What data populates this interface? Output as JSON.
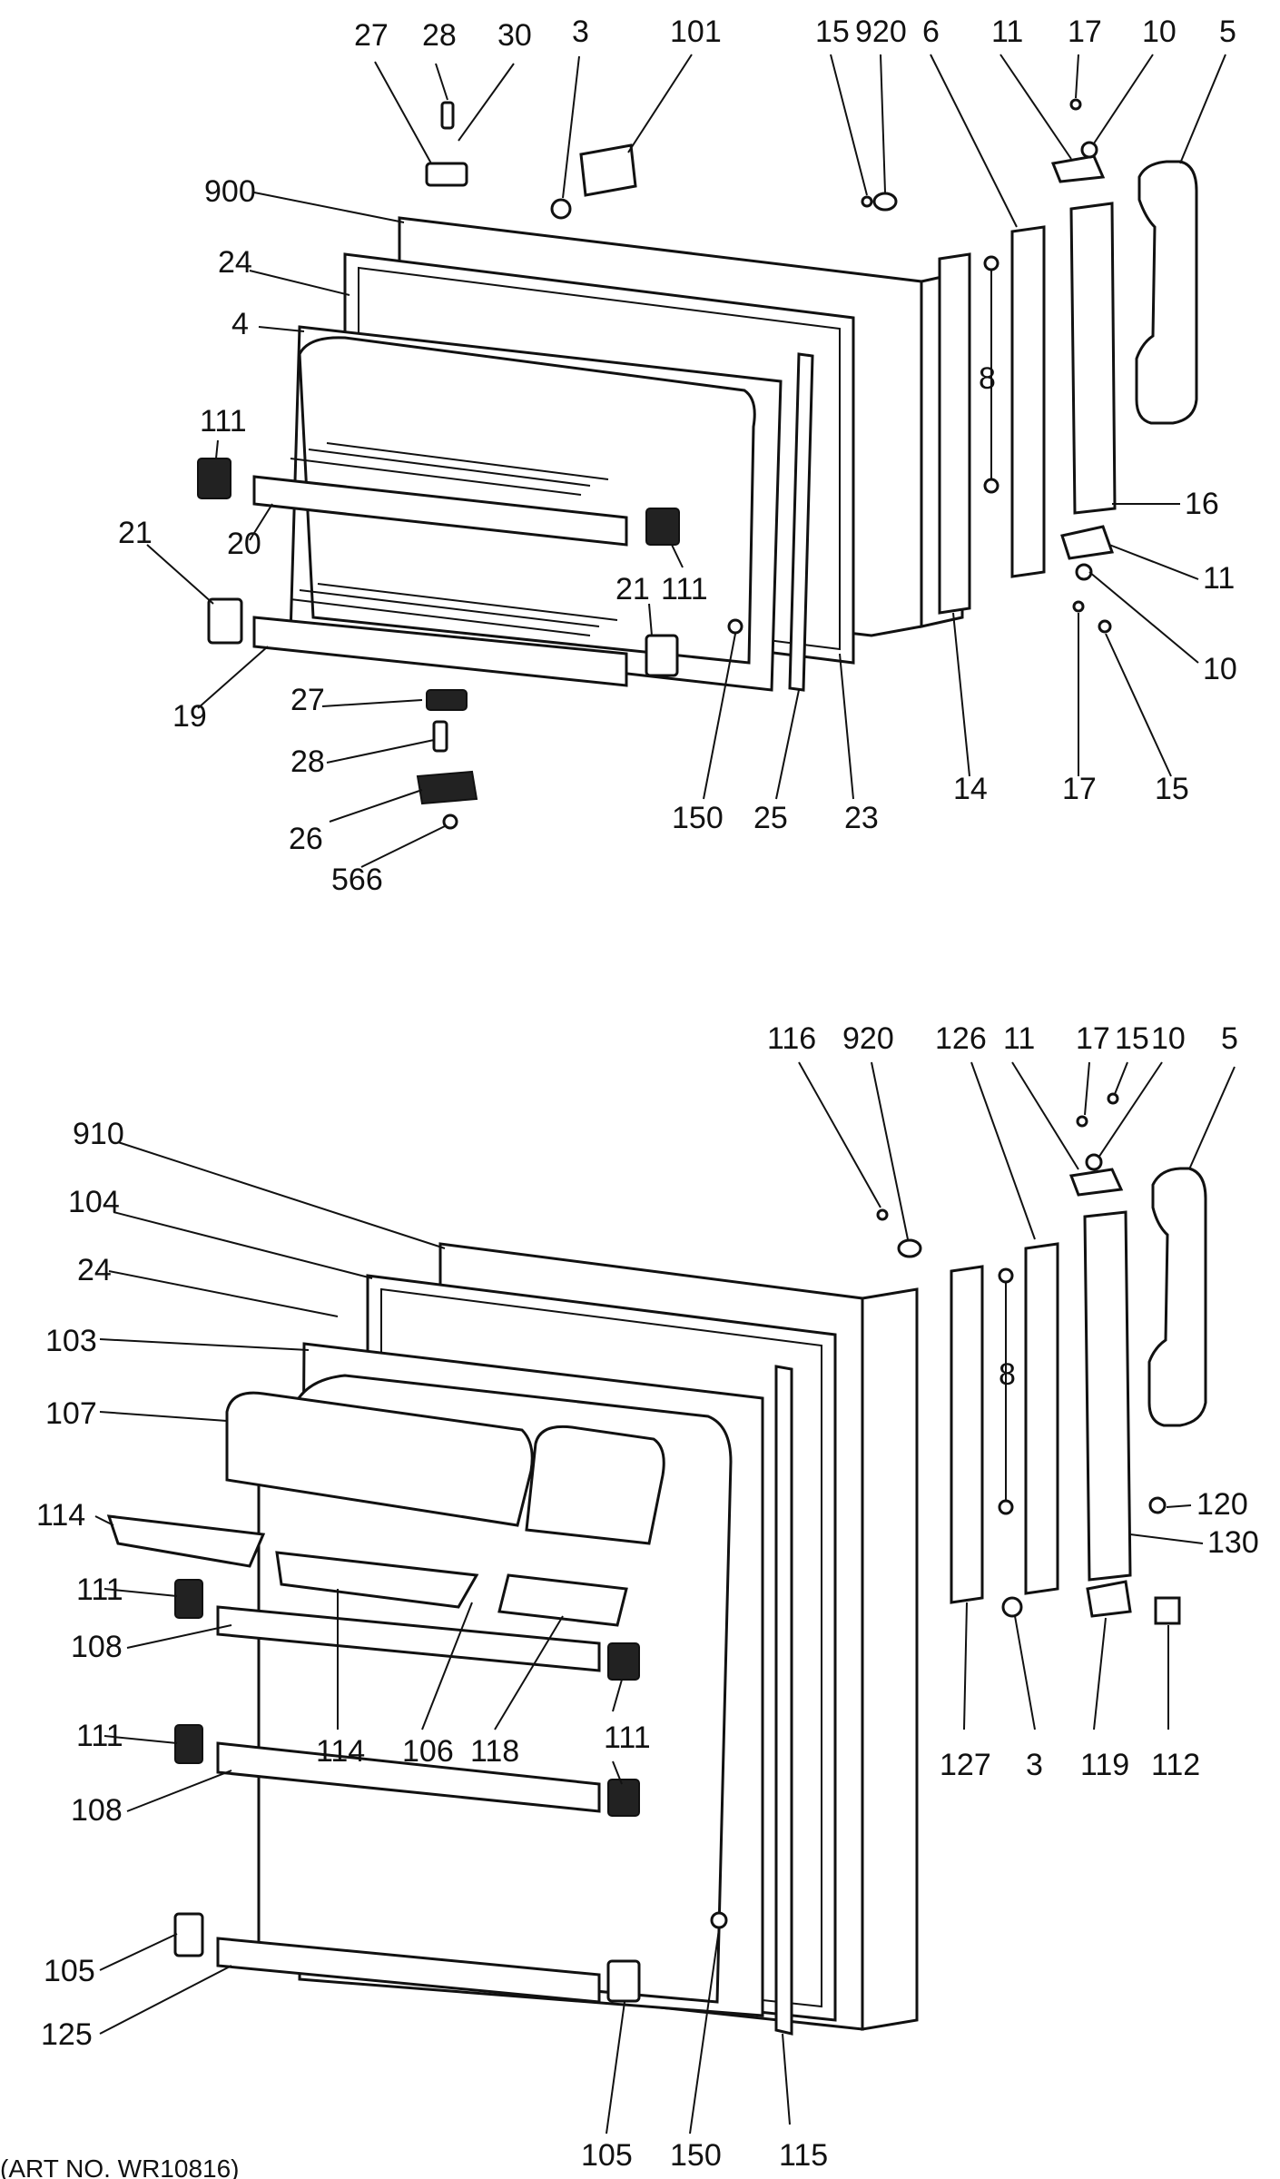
{
  "figure": {
    "art_number": "(ART NO. WR10816)",
    "freezer_door_labels": [
      "27",
      "28",
      "30",
      "3",
      "101",
      "15",
      "920",
      "6",
      "11",
      "17",
      "10",
      "5",
      "900",
      "24",
      "4",
      "111",
      "21",
      "20",
      "8",
      "16",
      "11",
      "21",
      "111",
      "10",
      "19",
      "27",
      "28",
      "150",
      "25",
      "23",
      "14",
      "17",
      "15",
      "26",
      "566"
    ],
    "fresh_food_door_labels": [
      "116",
      "920",
      "126",
      "11",
      "17",
      "15",
      "10",
      "5",
      "910",
      "104",
      "24",
      "103",
      "107",
      "8",
      "114",
      "111",
      "120",
      "130",
      "108",
      "114",
      "106",
      "118",
      "127",
      "3",
      "119",
      "112",
      "111",
      "111",
      "108",
      "105",
      "125",
      "105",
      "150",
      "115"
    ]
  },
  "colors": {
    "ink": "#111111",
    "paper": "#ffffff"
  }
}
